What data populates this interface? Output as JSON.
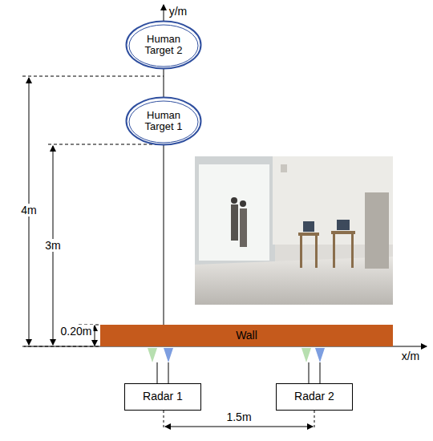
{
  "diagram": {
    "nodes": [
      {
        "text": [
          "Human Target 2"
        ]
      },
      {
        "text": [
          "Human Target 1"
        ]
      },
      {
        "text": [
          "Wall"
        ]
      },
      {
        "text": [
          "Radar 1"
        ]
      },
      {
        "text": [
          "Radar 2"
        ]
      }
    ],
    "labels": [
      "y/m",
      "4m",
      "3m",
      "0.20m",
      "x/m",
      "1.5m"
    ]
  }
}
